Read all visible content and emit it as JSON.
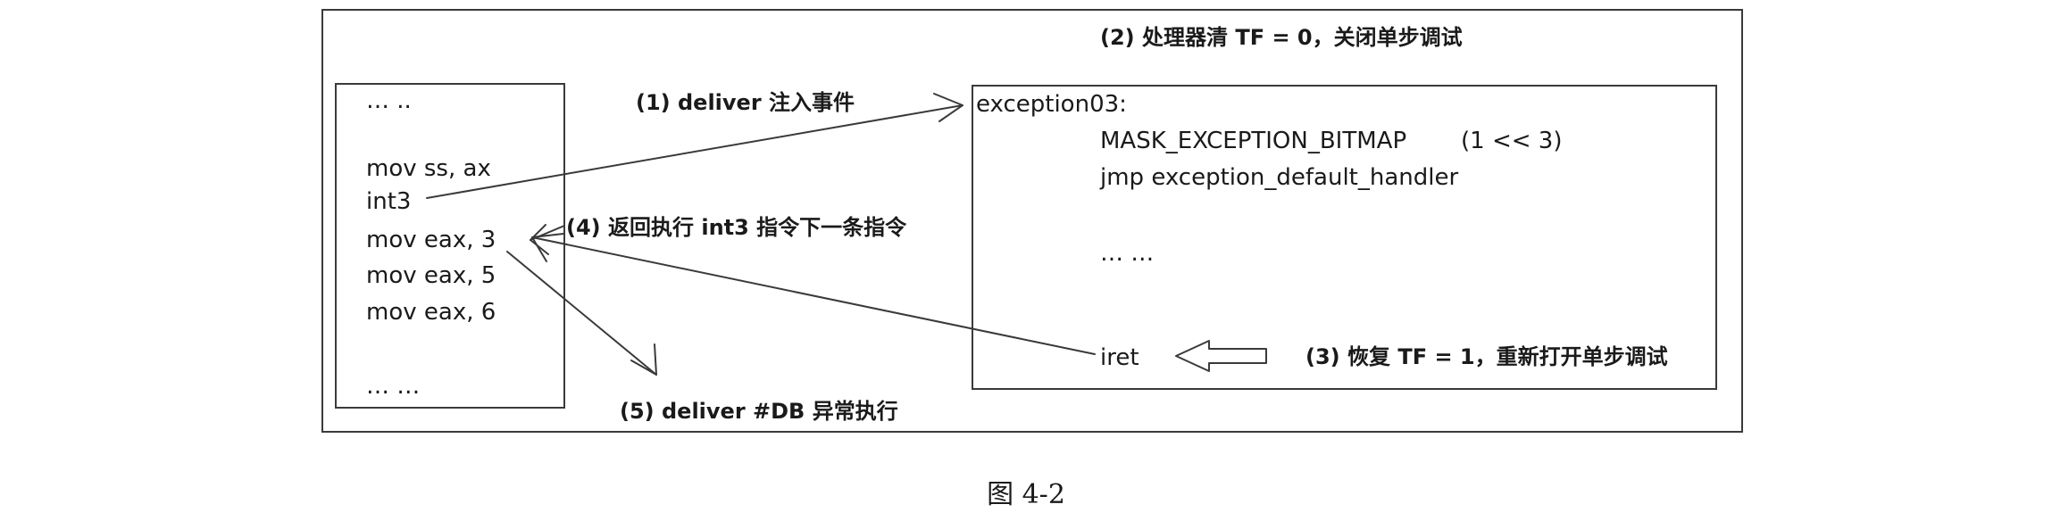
{
  "left_box": {
    "lines": [
      "… ..",
      "mov ss, ax",
      "int3",
      "mov eax, 3",
      "mov eax, 5",
      "mov eax, 6",
      "… …"
    ]
  },
  "right_box": {
    "label": "exception03:",
    "line_mask": "MASK_EXCEPTION_BITMAP",
    "line_mask_arg": "(1 << 3)",
    "line_jmp": "jmp exception_default_handler",
    "ellipsis": "… …",
    "line_iret": "iret"
  },
  "steps": {
    "step1": "(1) deliver 注入事件",
    "step2": "(2) 处理器清 TF = 0，关闭单步调试",
    "step3": "(3) 恢复 TF = 1，重新打开单步调试",
    "step4": "(4) 返回执行 int3 指令下一条指令",
    "step5": "(5) deliver #DB 异常执行"
  },
  "caption": "图 4-2",
  "colors": {
    "stroke": "#3a3a3a",
    "text": "#1a1a1a"
  }
}
